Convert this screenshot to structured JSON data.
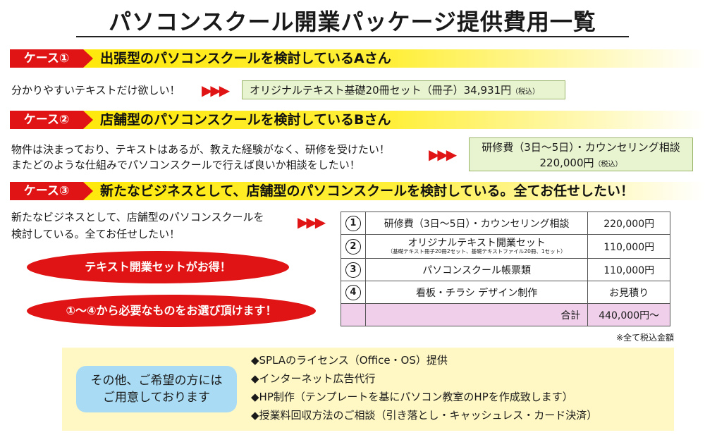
{
  "title": "パソコンスクール開業パッケージ提供費用一覧",
  "arrow_glyph": "▶▶▶",
  "case1": {
    "tag": "ケース①",
    "title": "出張型のパソコンスクールを検討しているAさん",
    "need": "分かりやすいテキストだけ欲しい！",
    "offer": "オリジナルテキスト基礎20冊セット（冊子）34,931円",
    "tax": "（税込）"
  },
  "case2": {
    "tag": "ケース②",
    "title": "店舗型のパソコンスクールを検討しているBさん",
    "need_line1": "物件は決まっており、テキストはあるが、教えた経験がなく、研修を受けたい！",
    "need_line2": "またどのような仕組みでパソコンスクールで行えば良いか相談をしたい！",
    "offer_line1": "研修費（3日〜5日）・カウンセリング相談",
    "offer_price": "220,000円",
    "tax": "（税込）"
  },
  "case3": {
    "tag": "ケース③",
    "title": "新たなビジネスとして、店舗型のパソコンスクールを検討している。全てお任せしたい！",
    "need_line1": "新たなビジネスとして、店舗型のパソコンスクールを",
    "need_line2": "検討している。全てお任せしたい！",
    "pill1": "テキスト開業セットがお得！",
    "pill2": "①〜④から必要なものをお選び頂けます！",
    "table": {
      "rows": [
        {
          "num": "1",
          "item": "研修費（3日〜5日）・カウンセリング相談",
          "sub": "",
          "price": "220,000円"
        },
        {
          "num": "2",
          "item": "オリジナルテキスト開業セット",
          "sub": "（基礎テキスト冊子20冊2セット、基礎テキストファイル20冊、1セット）",
          "price": "110,000円"
        },
        {
          "num": "3",
          "item": "パソコンスクール帳票類",
          "sub": "",
          "price": "110,000円"
        },
        {
          "num": "4",
          "item": "看板・チラシ デザイン制作",
          "sub": "",
          "price": "お見積り"
        }
      ],
      "total_label": "合計",
      "total_value": "440,000円〜"
    },
    "note": "※全て税込金額"
  },
  "other": {
    "label_line1": "その他、ご希望の方には",
    "label_line2": "ご用意しております",
    "items": [
      "◆SPLAのライセンス（Office・OS）提供",
      "◆インターネット広告代行",
      "◆HP制作（テンプレートを基にパソコン教室のHPを作成致します）",
      "◆授業料回収方法のご相談（引き落とし・キャッシュレス・カード決済）"
    ]
  },
  "colors": {
    "red": "#e01414",
    "yellow": "#ffe600",
    "green_box": "#e8f3cf",
    "pink": "#efcfe9",
    "blue": "#a9dcf4",
    "cream": "#fff8c4"
  }
}
